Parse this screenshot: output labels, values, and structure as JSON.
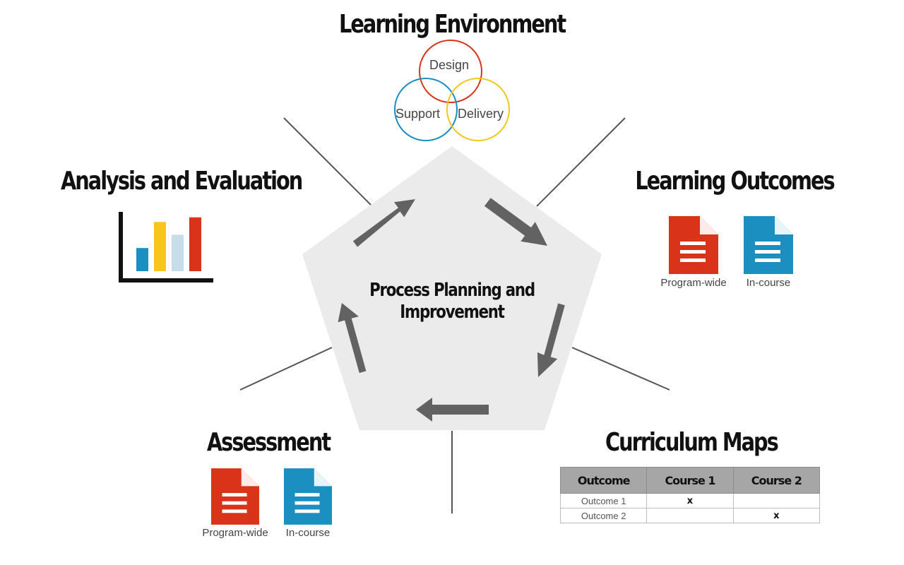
{
  "center": {
    "title_line1": "Process Planning and",
    "title_line2": "Improvement"
  },
  "learning_environment": {
    "title": "Learning Environment",
    "circles": [
      {
        "label": "Design",
        "color": "#d9341a"
      },
      {
        "label": "Support",
        "color": "#1b8fc0"
      },
      {
        "label": "Delivery",
        "color": "#f2c81e"
      }
    ]
  },
  "learning_outcomes": {
    "title": "Learning Outcomes",
    "documents": [
      {
        "label": "Program-wide",
        "color": "#d9341a"
      },
      {
        "label": "In-course",
        "color": "#1b8fc0"
      }
    ]
  },
  "curriculum_maps": {
    "title": "Curriculum Maps",
    "headers": [
      "Outcome",
      "Course 1",
      "Course 2"
    ],
    "rows": [
      [
        "Outcome 1",
        "x",
        ""
      ],
      [
        "Outcome 2",
        "",
        "x"
      ]
    ]
  },
  "assessment": {
    "title": "Assessment",
    "documents": [
      {
        "label": "Program-wide",
        "color": "#d9341a"
      },
      {
        "label": "In-course",
        "color": "#1b8fc0"
      }
    ]
  },
  "analysis": {
    "title": "Analysis and Evaluation",
    "bars": [
      {
        "value": 0.4,
        "color": "#1b8fc0"
      },
      {
        "value": 0.85,
        "color": "#f7c51e"
      },
      {
        "value": 0.63,
        "color": "#c8dcea"
      },
      {
        "value": 0.93,
        "color": "#d9341a"
      }
    ]
  },
  "colors": {
    "pentagon": "#ebebeb",
    "arrow": "#626262",
    "spoke": "#555555"
  }
}
